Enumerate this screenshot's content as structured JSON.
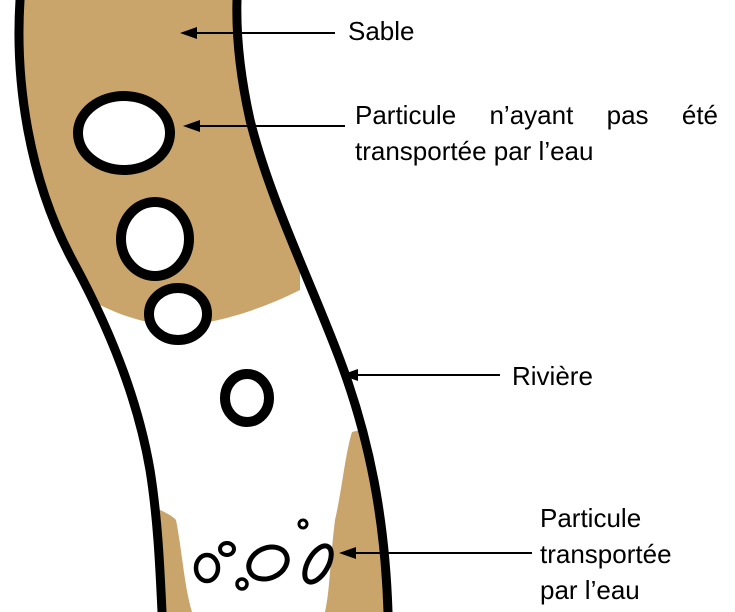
{
  "colors": {
    "sand": "#c9a46b",
    "water": "#ffffff",
    "outline": "#000000"
  },
  "labels": {
    "sand": "Sable",
    "river": "Rivière",
    "not_transported_line1": "Particule n’ayant pas été",
    "not_transported_line2": "transportée par l’eau",
    "transported_line1": "Particule",
    "transported_line2": "transportée",
    "transported_line3": "par l’eau"
  }
}
